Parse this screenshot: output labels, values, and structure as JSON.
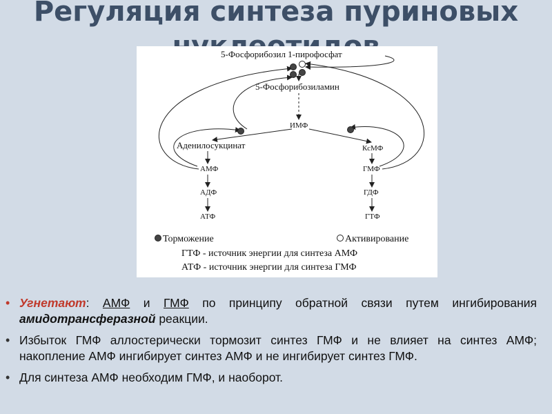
{
  "title": "Регуляция синтеза пуриновых\nнуклеотидов",
  "diagram": {
    "prpp": "5-Фосфорибозил 1-пирофосфат",
    "pra": "5-Фосфорибозиламин",
    "imp": "ИМФ",
    "adenylosuccinate": "Аденилосукцинат",
    "amp": "АМФ",
    "adp": "АДФ",
    "atp": "АТФ",
    "xmp": "КсМФ",
    "gmp": "ГМФ",
    "gdp": "ГДФ",
    "gtp": "ГТФ",
    "legend_inhibition": "Торможение",
    "legend_activation": "Активирование",
    "note_gtp": "ГТФ - источник энергии для синтеза АМФ",
    "note_atp": "АТФ - источник энергии для синтеза ГМФ"
  },
  "bullets": {
    "b1_lead": "Угнетают",
    "b1_colon": ": ",
    "b1_amp": "АМФ",
    "b1_and": " и ",
    "b1_gmp": "ГМФ",
    "b1_rest": " по принципу обратной связи путем ингибирования ",
    "b1_emph": "амидотрансферазной",
    "b1_end": " реакции.",
    "b2": "Избыток ГМФ аллостерически тормозит синтез ГМФ и не влияет на синтез АМФ; накопление АМФ ингибирует синтез АМФ и не ингибирует синтез ГМФ.",
    "b3": "Для синтеза АМФ необходим ГМФ, и наоборот."
  },
  "colors": {
    "background": "#d2dbe6",
    "title": "#3d4f67",
    "accent_red": "#c0392b",
    "inhibition_dot": "#444444",
    "activation_dot": "#ffffff"
  }
}
